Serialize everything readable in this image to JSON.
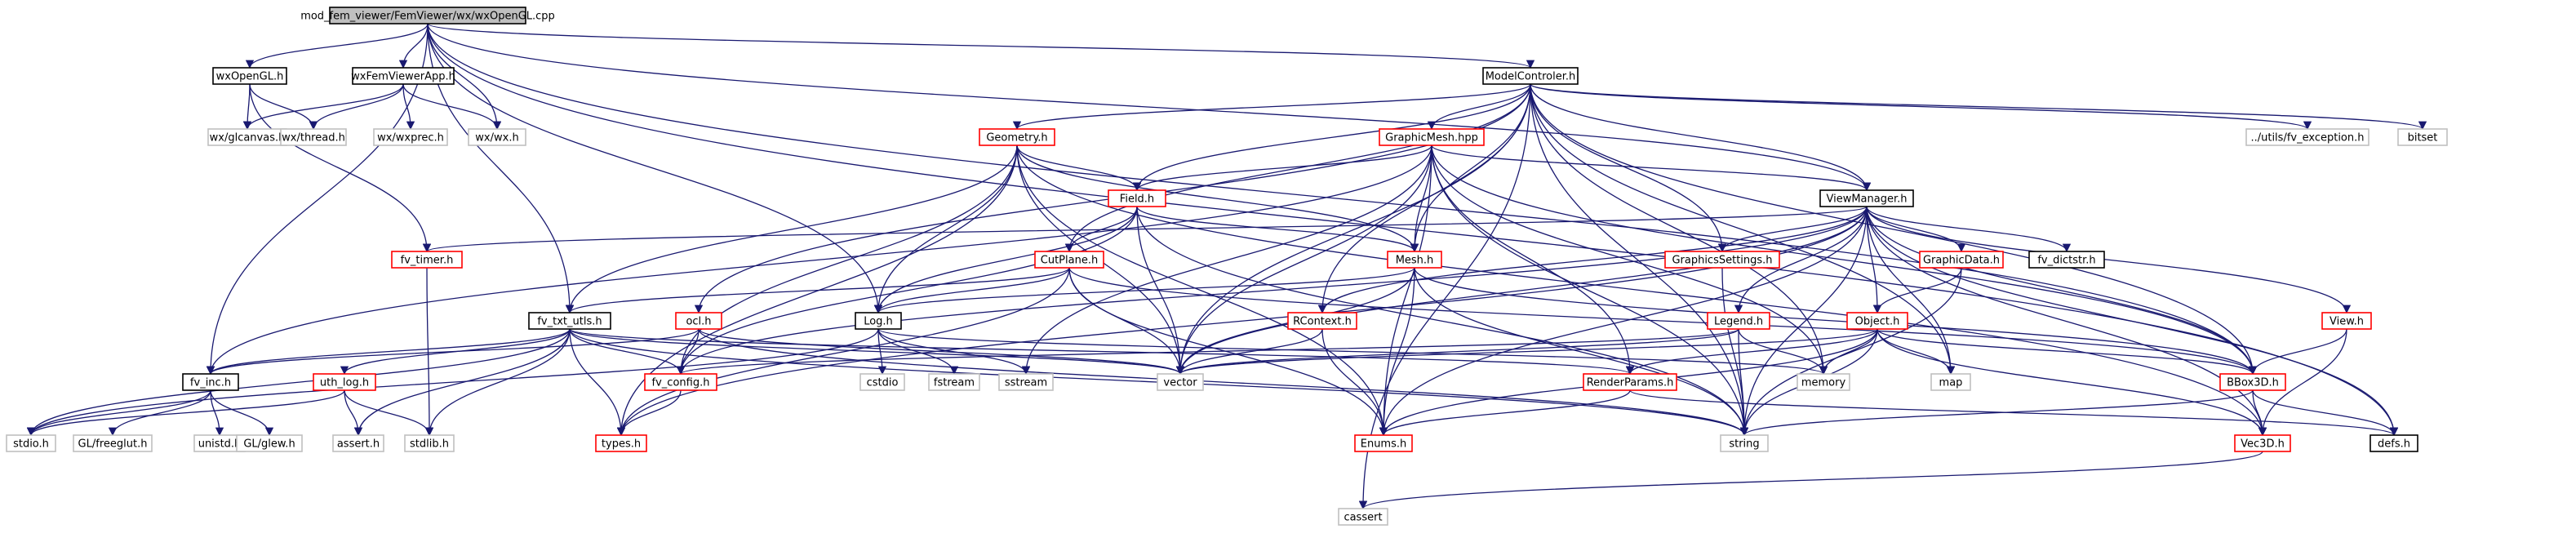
{
  "diagram": {
    "colors": {
      "edge": "#191970",
      "root_fill": "#bfbfbf",
      "root_border": "#000000",
      "normal_border": "#000000",
      "linked_border": "#ff0000",
      "external_border": "#bfbfbf",
      "background": "#ffffff"
    },
    "nodes": [
      {
        "id": "root",
        "label": "mod_fem_viewer/FemViewer/wx/wxOpenGL.cpp",
        "kind": "root"
      },
      {
        "id": "wxopengl_h",
        "label": "wxOpenGL.h",
        "kind": "normal"
      },
      {
        "id": "wxfemviewerapp_h",
        "label": "wxFemViewerApp.h",
        "kind": "normal"
      },
      {
        "id": "wx_glcanvas_h",
        "label": "wx/glcanvas.h",
        "kind": "external"
      },
      {
        "id": "wx_thread_h",
        "label": "wx/thread.h",
        "kind": "external"
      },
      {
        "id": "wx_wxprec_h",
        "label": "wx/wxprec.h",
        "kind": "external"
      },
      {
        "id": "wx_wx_h",
        "label": "wx/wx.h",
        "kind": "external"
      },
      {
        "id": "modelcontroler_h",
        "label": "ModelControler.h",
        "kind": "normal"
      },
      {
        "id": "fv_exception_h",
        "label": "../utils/fv_exception.h",
        "kind": "external"
      },
      {
        "id": "bitset",
        "label": "bitset",
        "kind": "external"
      },
      {
        "id": "geometry_h",
        "label": "Geometry.h",
        "kind": "linked"
      },
      {
        "id": "graphicmesh_hpp",
        "label": "GraphicMesh.hpp",
        "kind": "linked"
      },
      {
        "id": "field_h",
        "label": "Field.h",
        "kind": "linked"
      },
      {
        "id": "viewmanager_h",
        "label": "ViewManager.h",
        "kind": "normal"
      },
      {
        "id": "fv_timer_h",
        "label": "fv_timer.h",
        "kind": "linked"
      },
      {
        "id": "cutplane_h",
        "label": "CutPlane.h",
        "kind": "linked"
      },
      {
        "id": "mesh_h",
        "label": "Mesh.h",
        "kind": "linked"
      },
      {
        "id": "graphicssettings_h",
        "label": "GraphicsSettings.h",
        "kind": "linked"
      },
      {
        "id": "graphicdata_h",
        "label": "GraphicData.h",
        "kind": "linked"
      },
      {
        "id": "fv_dictstr_h",
        "label": "fv_dictstr.h",
        "kind": "normal"
      },
      {
        "id": "fv_txt_utls_h",
        "label": "fv_txt_utls.h",
        "kind": "normal"
      },
      {
        "id": "ocl_h",
        "label": "ocl.h",
        "kind": "linked"
      },
      {
        "id": "log_h",
        "label": "Log.h",
        "kind": "normal"
      },
      {
        "id": "rcontext_h",
        "label": "RContext.h",
        "kind": "linked"
      },
      {
        "id": "legend_h",
        "label": "Legend.h",
        "kind": "linked"
      },
      {
        "id": "object_h",
        "label": "Object.h",
        "kind": "linked"
      },
      {
        "id": "view_h",
        "label": "View.h",
        "kind": "linked"
      },
      {
        "id": "fv_inc_h",
        "label": "fv_inc.h",
        "kind": "normal"
      },
      {
        "id": "utl_log_h",
        "label": "uth_log.h",
        "kind": "linked"
      },
      {
        "id": "fv_config_h",
        "label": "fv_config.h",
        "kind": "linked"
      },
      {
        "id": "cstdio",
        "label": "cstdio",
        "kind": "external"
      },
      {
        "id": "fstream",
        "label": "fstream",
        "kind": "external"
      },
      {
        "id": "sstream",
        "label": "sstream",
        "kind": "external"
      },
      {
        "id": "vector",
        "label": "vector",
        "kind": "external"
      },
      {
        "id": "renderparams_h",
        "label": "RenderParams.h",
        "kind": "linked"
      },
      {
        "id": "memory",
        "label": "memory",
        "kind": "external"
      },
      {
        "id": "map",
        "label": "map",
        "kind": "external"
      },
      {
        "id": "bbox3d_h",
        "label": "BBox3D.h",
        "kind": "linked"
      },
      {
        "id": "stdio_h",
        "label": "stdio.h",
        "kind": "external"
      },
      {
        "id": "gl_freeglut_h",
        "label": "GL/freeglut.h",
        "kind": "external"
      },
      {
        "id": "unistd_h",
        "label": "unistd.h",
        "kind": "external"
      },
      {
        "id": "gl_glew_h",
        "label": "GL/glew.h",
        "kind": "external"
      },
      {
        "id": "assert_h",
        "label": "assert.h",
        "kind": "external"
      },
      {
        "id": "stdlib_h",
        "label": "stdlib.h",
        "kind": "external"
      },
      {
        "id": "types_h",
        "label": "types.h",
        "kind": "linked"
      },
      {
        "id": "enums_h",
        "label": "Enums.h",
        "kind": "linked"
      },
      {
        "id": "string",
        "label": "string",
        "kind": "external"
      },
      {
        "id": "vec3d_h",
        "label": "Vec3D.h",
        "kind": "linked"
      },
      {
        "id": "defs_h",
        "label": "defs.h",
        "kind": "normal"
      },
      {
        "id": "cassert",
        "label": "cassert",
        "kind": "external"
      }
    ],
    "edges": [
      [
        "root",
        "wxopengl_h"
      ],
      [
        "root",
        "wxfemviewerapp_h"
      ],
      [
        "root",
        "wx_wx_h"
      ],
      [
        "root",
        "modelcontroler_h"
      ],
      [
        "root",
        "fv_inc_h"
      ],
      [
        "root",
        "fv_txt_utls_h"
      ],
      [
        "root",
        "log_h"
      ],
      [
        "root",
        "viewmanager_h"
      ],
      [
        "root",
        "bbox3d_h"
      ],
      [
        "root",
        "defs_h"
      ],
      [
        "wxopengl_h",
        "wx_glcanvas_h"
      ],
      [
        "wxopengl_h",
        "wx_thread_h"
      ],
      [
        "wxopengl_h",
        "fv_timer_h"
      ],
      [
        "wxfemviewerapp_h",
        "wx_glcanvas_h"
      ],
      [
        "wxfemviewerapp_h",
        "wx_thread_h"
      ],
      [
        "wxfemviewerapp_h",
        "wx_wxprec_h"
      ],
      [
        "wxfemviewerapp_h",
        "wx_wx_h"
      ],
      [
        "modelcontroler_h",
        "fv_exception_h"
      ],
      [
        "modelcontroler_h",
        "bitset"
      ],
      [
        "modelcontroler_h",
        "geometry_h"
      ],
      [
        "modelcontroler_h",
        "graphicmesh_hpp"
      ],
      [
        "modelcontroler_h",
        "field_h"
      ],
      [
        "modelcontroler_h",
        "viewmanager_h"
      ],
      [
        "modelcontroler_h",
        "cutplane_h"
      ],
      [
        "modelcontroler_h",
        "mesh_h"
      ],
      [
        "modelcontroler_h",
        "graphicssettings_h"
      ],
      [
        "modelcontroler_h",
        "ocl_h"
      ],
      [
        "modelcontroler_h",
        "rcontext_h"
      ],
      [
        "modelcontroler_h",
        "vector"
      ],
      [
        "modelcontroler_h",
        "memory"
      ],
      [
        "modelcontroler_h",
        "map"
      ],
      [
        "modelcontroler_h",
        "bbox3d_h"
      ],
      [
        "modelcontroler_h",
        "string"
      ],
      [
        "modelcontroler_h",
        "cassert"
      ],
      [
        "geometry_h",
        "field_h"
      ],
      [
        "geometry_h",
        "mesh_h"
      ],
      [
        "geometry_h",
        "log_h"
      ],
      [
        "geometry_h",
        "fv_config_h"
      ],
      [
        "geometry_h",
        "vector"
      ],
      [
        "geometry_h",
        "enums_h"
      ],
      [
        "geometry_h",
        "fv_txt_utls_h"
      ],
      [
        "geometry_h",
        "types_h"
      ],
      [
        "geometry_h",
        "vec3d_h"
      ],
      [
        "graphicmesh_hpp",
        "field_h"
      ],
      [
        "graphicmesh_hpp",
        "viewmanager_h"
      ],
      [
        "graphicmesh_hpp",
        "mesh_h"
      ],
      [
        "graphicmesh_hpp",
        "fv_inc_h"
      ],
      [
        "graphicmesh_hpp",
        "renderparams_h"
      ],
      [
        "graphicmesh_hpp",
        "sstream"
      ],
      [
        "graphicmesh_hpp",
        "vector"
      ],
      [
        "graphicmesh_hpp",
        "enums_h"
      ],
      [
        "graphicmesh_hpp",
        "string"
      ],
      [
        "graphicmesh_hpp",
        "bbox3d_h"
      ],
      [
        "graphicmesh_hpp",
        "memory"
      ],
      [
        "field_h",
        "cutplane_h"
      ],
      [
        "field_h",
        "mesh_h"
      ],
      [
        "field_h",
        "log_h"
      ],
      [
        "field_h",
        "vector"
      ],
      [
        "field_h",
        "string"
      ],
      [
        "field_h",
        "fv_config_h"
      ],
      [
        "viewmanager_h",
        "fv_timer_h"
      ],
      [
        "viewmanager_h",
        "graphicssettings_h"
      ],
      [
        "viewmanager_h",
        "graphicdata_h"
      ],
      [
        "viewmanager_h",
        "fv_dictstr_h"
      ],
      [
        "viewmanager_h",
        "legend_h"
      ],
      [
        "viewmanager_h",
        "object_h"
      ],
      [
        "viewmanager_h",
        "view_h"
      ],
      [
        "viewmanager_h",
        "rcontext_h"
      ],
      [
        "viewmanager_h",
        "map"
      ],
      [
        "viewmanager_h",
        "bbox3d_h"
      ],
      [
        "viewmanager_h",
        "vec3d_h"
      ],
      [
        "viewmanager_h",
        "fv_config_h"
      ],
      [
        "viewmanager_h",
        "types_h"
      ],
      [
        "viewmanager_h",
        "vector"
      ],
      [
        "viewmanager_h",
        "string"
      ],
      [
        "viewmanager_h",
        "defs_h"
      ],
      [
        "viewmanager_h",
        "enums_h"
      ],
      [
        "fv_timer_h",
        "stdlib_h"
      ],
      [
        "cutplane_h",
        "log_h"
      ],
      [
        "cutplane_h",
        "vector"
      ],
      [
        "cutplane_h",
        "enums_h"
      ],
      [
        "cutplane_h",
        "bbox3d_h"
      ],
      [
        "cutplane_h",
        "fv_txt_utls_h"
      ],
      [
        "cutplane_h",
        "types_h"
      ],
      [
        "mesh_h",
        "log_h"
      ],
      [
        "mesh_h",
        "enums_h"
      ],
      [
        "mesh_h",
        "string"
      ],
      [
        "mesh_h",
        "bbox3d_h"
      ],
      [
        "mesh_h",
        "vector"
      ],
      [
        "graphicssettings_h",
        "string"
      ],
      [
        "graphicdata_h",
        "object_h"
      ],
      [
        "graphicdata_h",
        "string"
      ],
      [
        "fv_txt_utls_h",
        "fv_inc_h"
      ],
      [
        "fv_txt_utls_h",
        "utl_log_h"
      ],
      [
        "fv_txt_utls_h",
        "fv_config_h"
      ],
      [
        "fv_txt_utls_h",
        "types_h"
      ],
      [
        "fv_txt_utls_h",
        "vector"
      ],
      [
        "fv_txt_utls_h",
        "string"
      ],
      [
        "fv_txt_utls_h",
        "stdio_h"
      ],
      [
        "fv_txt_utls_h",
        "stdlib_h"
      ],
      [
        "fv_txt_utls_h",
        "assert_h"
      ],
      [
        "fv_txt_utls_h",
        "renderparams_h"
      ],
      [
        "ocl_h",
        "fv_config_h"
      ],
      [
        "ocl_h",
        "fv_inc_h"
      ],
      [
        "ocl_h",
        "vector"
      ],
      [
        "ocl_h",
        "string"
      ],
      [
        "log_h",
        "cstdio"
      ],
      [
        "log_h",
        "fstream"
      ],
      [
        "log_h",
        "sstream"
      ],
      [
        "log_h",
        "memory"
      ],
      [
        "log_h",
        "stdio_h"
      ],
      [
        "rcontext_h",
        "vector"
      ],
      [
        "rcontext_h",
        "enums_h"
      ],
      [
        "legend_h",
        "fv_config_h"
      ],
      [
        "legend_h",
        "vector"
      ],
      [
        "legend_h",
        "string"
      ],
      [
        "legend_h",
        "memory"
      ],
      [
        "object_h",
        "renderparams_h"
      ],
      [
        "object_h",
        "bbox3d_h"
      ],
      [
        "object_h",
        "vec3d_h"
      ],
      [
        "object_h",
        "map"
      ],
      [
        "object_h",
        "vector"
      ],
      [
        "object_h",
        "string"
      ],
      [
        "object_h",
        "memory"
      ],
      [
        "object_h",
        "enums_h"
      ],
      [
        "view_h",
        "bbox3d_h"
      ],
      [
        "view_h",
        "vec3d_h"
      ],
      [
        "fv_inc_h",
        "stdio_h"
      ],
      [
        "fv_inc_h",
        "gl_freeglut_h"
      ],
      [
        "fv_inc_h",
        "unistd_h"
      ],
      [
        "fv_inc_h",
        "gl_glew_h"
      ],
      [
        "utl_log_h",
        "stdio_h"
      ],
      [
        "utl_log_h",
        "assert_h"
      ],
      [
        "utl_log_h",
        "stdlib_h"
      ],
      [
        "fv_config_h",
        "types_h"
      ],
      [
        "renderparams_h",
        "enums_h"
      ],
      [
        "renderparams_h",
        "defs_h"
      ],
      [
        "bbox3d_h",
        "vec3d_h"
      ],
      [
        "bbox3d_h",
        "defs_h"
      ],
      [
        "bbox3d_h",
        "string"
      ],
      [
        "vec3d_h",
        "cassert"
      ]
    ]
  }
}
